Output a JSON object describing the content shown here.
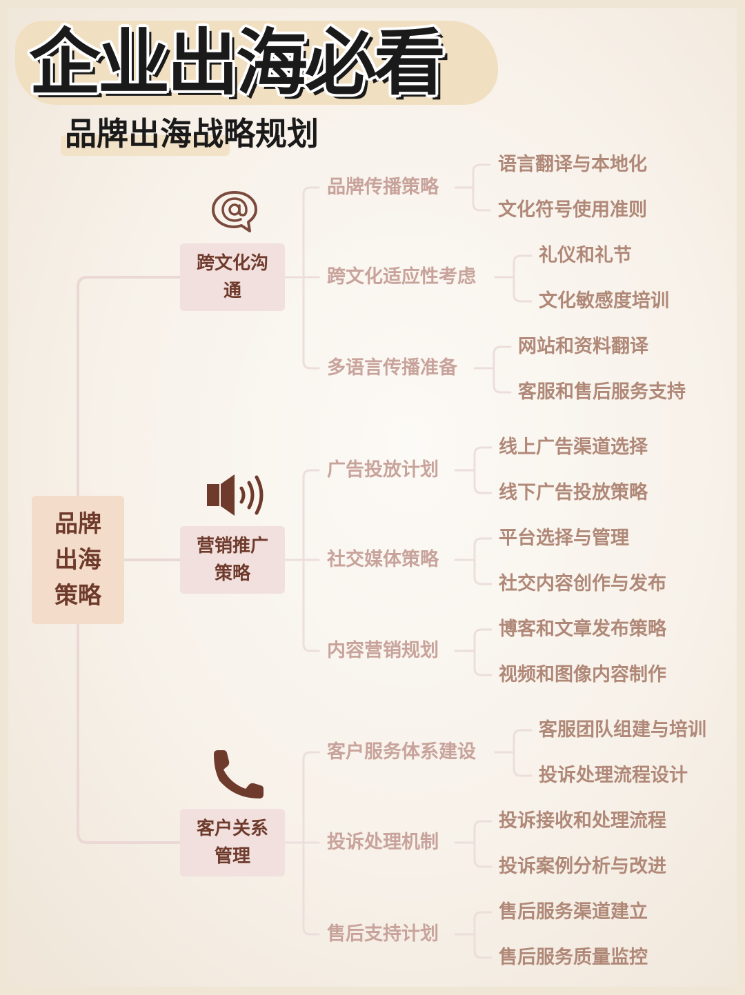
{
  "title": "企业出海必看",
  "subtitle": "品牌出海战略规划",
  "root": "品牌出海策略",
  "colors": {
    "accent": "#6e3a2c",
    "line": "#ead8d5",
    "sub_text": "#c8a39b",
    "leaf_text": "#b08878"
  },
  "categories": [
    {
      "label": "跨文化沟通",
      "icon": "at-sign-speech-bubble-icon",
      "children": [
        {
          "label": "品牌传播策略",
          "children": [
            "语言翻译与本地化",
            "文化符号使用准则"
          ]
        },
        {
          "label": "跨文化适应性考虑",
          "children": [
            "礼仪和礼节",
            "文化敏感度培训"
          ]
        },
        {
          "label": "多语言传播准备",
          "children": [
            "网站和资料翻译",
            "客服和售后服务支持"
          ]
        }
      ]
    },
    {
      "label": "营销推广策略",
      "icon": "speaker-icon",
      "children": [
        {
          "label": "广告投放计划",
          "children": [
            "线上广告渠道选择",
            "线下广告投放策略"
          ]
        },
        {
          "label": "社交媒体策略",
          "children": [
            "平台选择与管理",
            "社交内容创作与发布"
          ]
        },
        {
          "label": "内容营销规划",
          "children": [
            "博客和文章发布策略",
            "视频和图像内容制作"
          ]
        }
      ]
    },
    {
      "label": "客户关系管理",
      "icon": "phone-handset-icon",
      "children": [
        {
          "label": "客户服务体系建设",
          "children": [
            "客服团队组建与培训",
            "投诉处理流程设计"
          ]
        },
        {
          "label": "投诉处理机制",
          "children": [
            "投诉接收和处理流程",
            "投诉案例分析与改进"
          ]
        },
        {
          "label": "售后支持计划",
          "children": [
            "售后服务渠道建立",
            "售后服务质量监控"
          ]
        }
      ]
    }
  ]
}
